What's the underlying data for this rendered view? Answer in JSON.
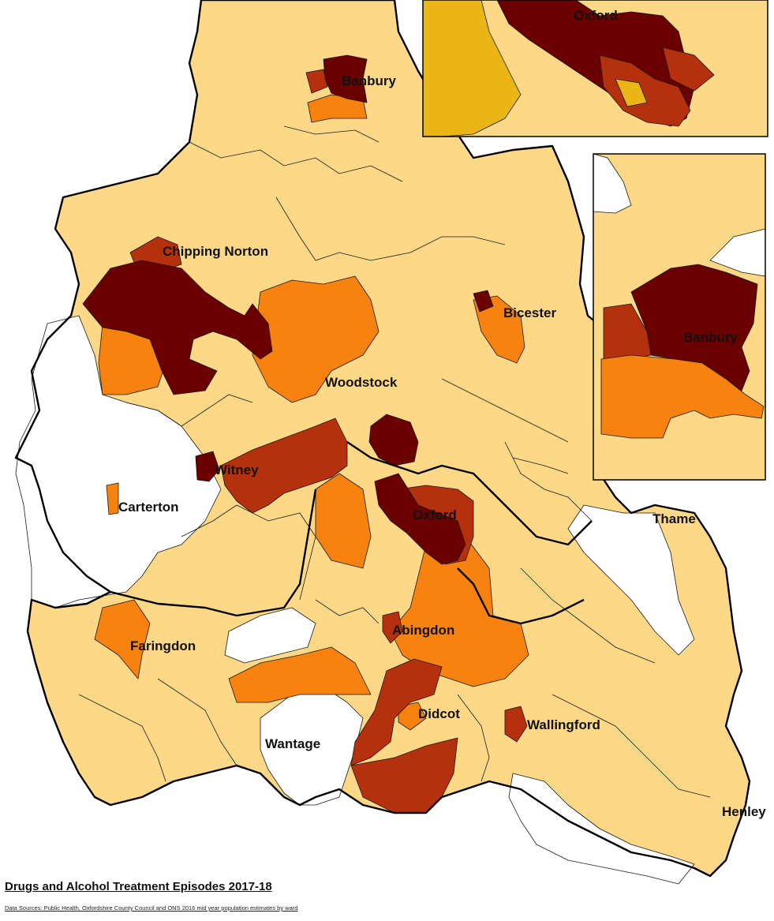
{
  "title": "Drugs and Alcohol Treatment Episodes 2017-18",
  "source": "Data Sources: Public Health, Oxfordshire County Council and ONS 2016 mid year population estimates by ward",
  "colors": {
    "very_high": "#6b0000",
    "high": "#b5300c",
    "medium": "#f7820f",
    "low": "#fdd887",
    "inset_medium_low": "#ebb615",
    "none": "#ffffff"
  },
  "towns": {
    "banbury": "Banbury",
    "chipping_norton": "Chipping Norton",
    "bicester": "Bicester",
    "woodstock": "Woodstock",
    "witney": "Witney",
    "carterton": "Carterton",
    "oxford": "Oxford",
    "thame": "Thame",
    "abingdon": "Abingdon",
    "faringdon": "Faringdon",
    "didcot": "Didcot",
    "wallingford": "Wallingford",
    "wantage": "Wantage",
    "henley": "Henley"
  },
  "insets": {
    "oxford_label": "Oxford",
    "banbury_label": "Banbury"
  }
}
